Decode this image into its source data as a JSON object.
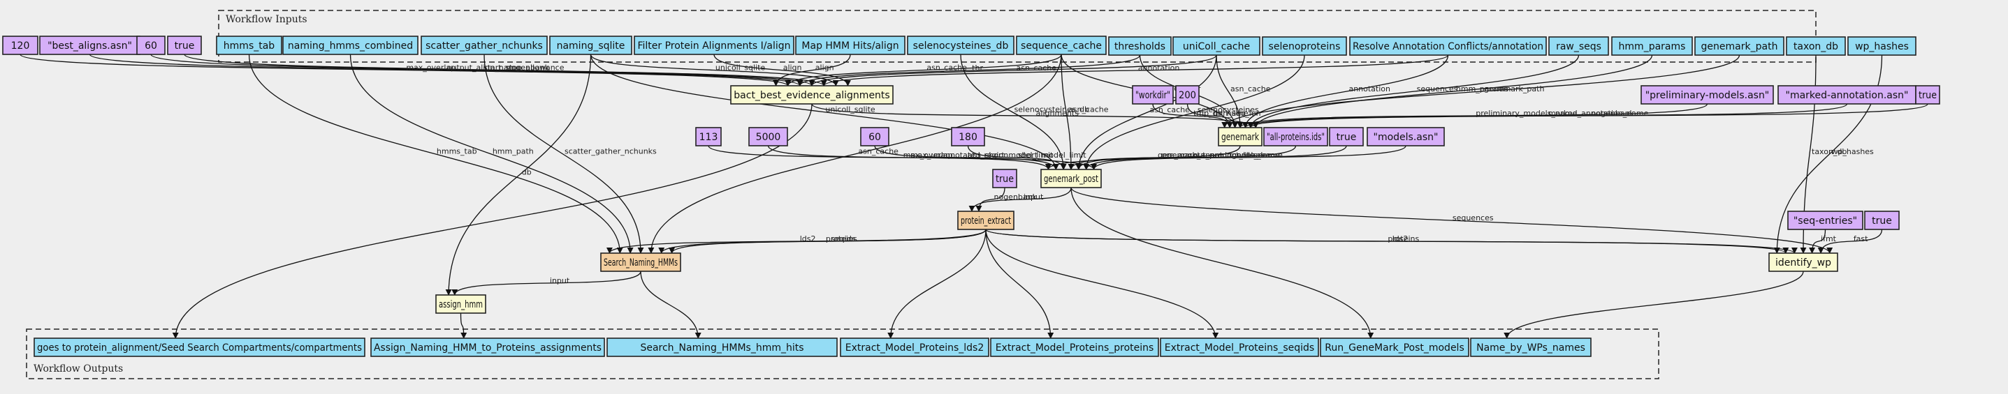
{
  "diagram": {
    "clusters": {
      "inputs": "Workflow Inputs",
      "outputs": "Workflow Outputs"
    },
    "colors": {
      "input": "#94dcf4",
      "constant": "#d6aff8",
      "step": "#fafad2",
      "subworkflow": "#f4cfa0",
      "output": "#94dcf4",
      "background": "#eeeeee"
    },
    "nodes": {
      "c120": {
        "label": "120",
        "kind": "constant"
      },
      "cbestaligns": {
        "label": "\"best_aligns.asn\"",
        "kind": "constant"
      },
      "c60a": {
        "label": "60",
        "kind": "constant"
      },
      "ctrue1": {
        "label": "true",
        "kind": "constant"
      },
      "hmms_tab": {
        "label": "hmms_tab",
        "kind": "input"
      },
      "naming_hmms_combined": {
        "label": "naming_hmms_combined",
        "kind": "input"
      },
      "scatter_gather_nchunks": {
        "label": "scatter_gather_nchunks",
        "kind": "input"
      },
      "naming_sqlite": {
        "label": "naming_sqlite",
        "kind": "input"
      },
      "filter_align": {
        "label": "Filter Protein Alignments I/align",
        "kind": "input"
      },
      "map_hmm_align": {
        "label": "Map HMM Hits/align",
        "kind": "input"
      },
      "selenocysteines_db": {
        "label": "selenocysteines_db",
        "kind": "input"
      },
      "sequence_cache": {
        "label": "sequence_cache",
        "kind": "input"
      },
      "thresholds": {
        "label": "thresholds",
        "kind": "input"
      },
      "uniColl_cache": {
        "label": "uniColl_cache",
        "kind": "input"
      },
      "selenoproteins": {
        "label": "selenoproteins",
        "kind": "input"
      },
      "resolve_annot": {
        "label": "Resolve Annotation Conflicts/annotation",
        "kind": "input"
      },
      "raw_seqs": {
        "label": "raw_seqs",
        "kind": "input"
      },
      "hmm_params": {
        "label": "hmm_params",
        "kind": "input"
      },
      "genemark_path": {
        "label": "genemark_path",
        "kind": "input"
      },
      "taxon_db": {
        "label": "taxon_db",
        "kind": "input"
      },
      "wp_hashes": {
        "label": "wp_hashes",
        "kind": "input"
      },
      "bact_best": {
        "label": "bact_best_evidence_alignments",
        "kind": "step"
      },
      "cworkdir": {
        "label": "\"workdir\"",
        "kind": "constant"
      },
      "c200": {
        "label": "200",
        "kind": "constant"
      },
      "cprelim": {
        "label": "\"preliminary-models.asn\"",
        "kind": "constant"
      },
      "cmarked": {
        "label": "\"marked-annotation.asn\"",
        "kind": "constant"
      },
      "ctrue2": {
        "label": "true",
        "kind": "constant"
      },
      "genemark": {
        "label": "genemark",
        "kind": "step"
      },
      "callprot": {
        "label": "\"all-proteins.ids\"",
        "kind": "constant"
      },
      "ctrue3": {
        "label": "true",
        "kind": "constant"
      },
      "cmodels": {
        "label": "\"models.asn\"",
        "kind": "constant"
      },
      "c113": {
        "label": "113",
        "kind": "constant"
      },
      "c5000": {
        "label": "5000",
        "kind": "constant"
      },
      "c60b": {
        "label": "60",
        "kind": "constant"
      },
      "c180": {
        "label": "180",
        "kind": "constant"
      },
      "genemark_post": {
        "label": "genemark_post",
        "kind": "step"
      },
      "ctrue4": {
        "label": "true",
        "kind": "constant"
      },
      "protein_extract": {
        "label": "protein_extract",
        "kind": "subworkflow"
      },
      "cseqentries": {
        "label": "\"seq-entries\"",
        "kind": "constant"
      },
      "ctrue5": {
        "label": "true",
        "kind": "constant"
      },
      "search_naming": {
        "label": "Search_Naming_HMMs",
        "kind": "subworkflow"
      },
      "identify_wp": {
        "label": "identify_wp",
        "kind": "step"
      },
      "assign_hmm": {
        "label": "assign_hmm",
        "kind": "step"
      },
      "out_goes": {
        "label": "goes to protein_alignment/Seed Search Compartments/compartments",
        "kind": "output"
      },
      "out_assign": {
        "label": "Assign_Naming_HMM_to_Proteins_assignments",
        "kind": "output"
      },
      "out_hmmhits": {
        "label": "Search_Naming_HMMs_hmm_hits",
        "kind": "output"
      },
      "out_lds2": {
        "label": "Extract_Model_Proteins_lds2",
        "kind": "output"
      },
      "out_proteins": {
        "label": "Extract_Model_Proteins_proteins",
        "kind": "output"
      },
      "out_seqids": {
        "label": "Extract_Model_Proteins_seqids",
        "kind": "output"
      },
      "out_models": {
        "label": "Run_GeneMark_Post_models",
        "kind": "output"
      },
      "out_names": {
        "label": "Name_by_WPs_names",
        "kind": "output"
      }
    },
    "edges": [
      {
        "from": "c120",
        "to": "bact_best",
        "label": "max_overlap"
      },
      {
        "from": "cbestaligns",
        "to": "bact_best",
        "label": "output_align_name"
      },
      {
        "from": "c60a",
        "to": "bact_best",
        "label": "start_stop_allowance"
      },
      {
        "from": "ctrue1",
        "to": "bact_best",
        "label": "nogenbank"
      },
      {
        "from": "naming_sqlite",
        "to": "bact_best",
        "label": "unicoll_sqlite"
      },
      {
        "from": "filter_align",
        "to": "bact_best",
        "label": "align"
      },
      {
        "from": "map_hmm_align",
        "to": "bact_best",
        "label": "align"
      },
      {
        "from": "sequence_cache",
        "to": "bact_best",
        "label": "asn_cache"
      },
      {
        "from": "thresholds",
        "to": "bact_best",
        "label": "thr"
      },
      {
        "from": "uniColl_cache",
        "to": "bact_best",
        "label": "asn_cache"
      },
      {
        "from": "resolve_annot",
        "to": "bact_best",
        "label": "annotation"
      },
      {
        "from": "sequence_cache",
        "to": "genemark",
        "label": "asn_cache"
      },
      {
        "from": "thresholds",
        "to": "genemark",
        "label": "thr"
      },
      {
        "from": "uniColl_cache",
        "to": "genemark",
        "label": "asn_cache"
      },
      {
        "from": "resolve_annot",
        "to": "genemark",
        "label": "annotation"
      },
      {
        "from": "raw_seqs",
        "to": "genemark",
        "label": "sequences"
      },
      {
        "from": "hmm_params",
        "to": "genemark",
        "label": "hmm_params"
      },
      {
        "from": "genemark_path",
        "to": "genemark",
        "label": "genemark_path"
      },
      {
        "from": "cworkdir",
        "to": "genemark",
        "label": "tmp_dir_name"
      },
      {
        "from": "c200",
        "to": "genemark",
        "label": "min_seq_len"
      },
      {
        "from": "cprelim",
        "to": "genemark",
        "label": "preliminary_models_name"
      },
      {
        "from": "cmarked",
        "to": "genemark",
        "label": "marked_annotation_name"
      },
      {
        "from": "ctrue2",
        "to": "genemark",
        "label": "nogenbank"
      },
      {
        "from": "bact_best",
        "to": "genemark",
        "label": "alignments"
      },
      {
        "from": "naming_sqlite",
        "to": "genemark_post",
        "label": "unicoll_sqlite"
      },
      {
        "from": "selenocysteines_db",
        "to": "genemark_post",
        "label": "selenocysteines_db"
      },
      {
        "from": "sequence_cache",
        "to": "genemark_post",
        "label": "asn_cache"
      },
      {
        "from": "uniColl_cache",
        "to": "genemark_post",
        "label": "asn_cache"
      },
      {
        "from": "selenoproteins",
        "to": "genemark_post",
        "label": "selenocysteines"
      },
      {
        "from": "c113",
        "to": "genemark_post",
        "label": "max_overlap"
      },
      {
        "from": "c5000",
        "to": "genemark_post",
        "label": "max_unannotated_region"
      },
      {
        "from": "c60b",
        "to": "genemark_post",
        "label": "abs_short_model_limit"
      },
      {
        "from": "c180",
        "to": "genemark_post",
        "label": "short_model_limit"
      },
      {
        "from": "genemark",
        "to": "genemark_post",
        "label": "genemark_annot"
      },
      {
        "from": "genemark",
        "to": "genemark_post",
        "label": "pre_annot"
      },
      {
        "from": "callprot",
        "to": "genemark_post",
        "label": "out_product_ids_name"
      },
      {
        "from": "ctrue3",
        "to": "genemark_post",
        "label": "nogenbank"
      },
      {
        "from": "cmodels",
        "to": "genemark_post",
        "label": "models_name"
      },
      {
        "from": "genemark_post",
        "to": "protein_extract",
        "label": "input"
      },
      {
        "from": "ctrue4",
        "to": "protein_extract",
        "label": "nogenbank"
      },
      {
        "from": "hmms_tab",
        "to": "search_naming",
        "label": "hmms_tab"
      },
      {
        "from": "naming_hmms_combined",
        "to": "search_naming",
        "label": "hmm_path"
      },
      {
        "from": "scatter_gather_nchunks",
        "to": "search_naming",
        "label": "scatter_gather_nchunks"
      },
      {
        "from": "sequence_cache",
        "to": "search_naming",
        "label": "asn_cache"
      },
      {
        "from": "protein_extract",
        "to": "search_naming",
        "label": "proteins"
      },
      {
        "from": "protein_extract",
        "to": "search_naming",
        "label": "seqids"
      },
      {
        "from": "protein_extract",
        "to": "search_naming",
        "label": "lds2"
      },
      {
        "from": "naming_sqlite",
        "to": "assign_hmm",
        "label": "db"
      },
      {
        "from": "search_naming",
        "to": "assign_hmm",
        "label": "input"
      },
      {
        "from": "protein_extract",
        "to": "identify_wp",
        "label": "proteins"
      },
      {
        "from": "protein_extract",
        "to": "identify_wp",
        "label": "lds2"
      },
      {
        "from": "taxon_db",
        "to": "identify_wp",
        "label": "taxon_db"
      },
      {
        "from": "cseqentries",
        "to": "identify_wp",
        "label": "ifmt"
      },
      {
        "from": "ctrue5",
        "to": "identify_wp",
        "label": "fast"
      },
      {
        "from": "genemark_post",
        "to": "identify_wp",
        "label": "sequences"
      },
      {
        "from": "wp_hashes",
        "to": "identify_wp",
        "label": "wp_hashes"
      },
      {
        "from": "bact_best",
        "to": "out_goes",
        "label": ""
      },
      {
        "from": "assign_hmm",
        "to": "out_assign",
        "label": ""
      },
      {
        "from": "search_naming",
        "to": "out_hmmhits",
        "label": ""
      },
      {
        "from": "protein_extract",
        "to": "out_lds2",
        "label": ""
      },
      {
        "from": "protein_extract",
        "to": "out_proteins",
        "label": ""
      },
      {
        "from": "protein_extract",
        "to": "out_seqids",
        "label": ""
      },
      {
        "from": "genemark_post",
        "to": "out_models",
        "label": ""
      },
      {
        "from": "identify_wp",
        "to": "out_names",
        "label": ""
      }
    ]
  }
}
